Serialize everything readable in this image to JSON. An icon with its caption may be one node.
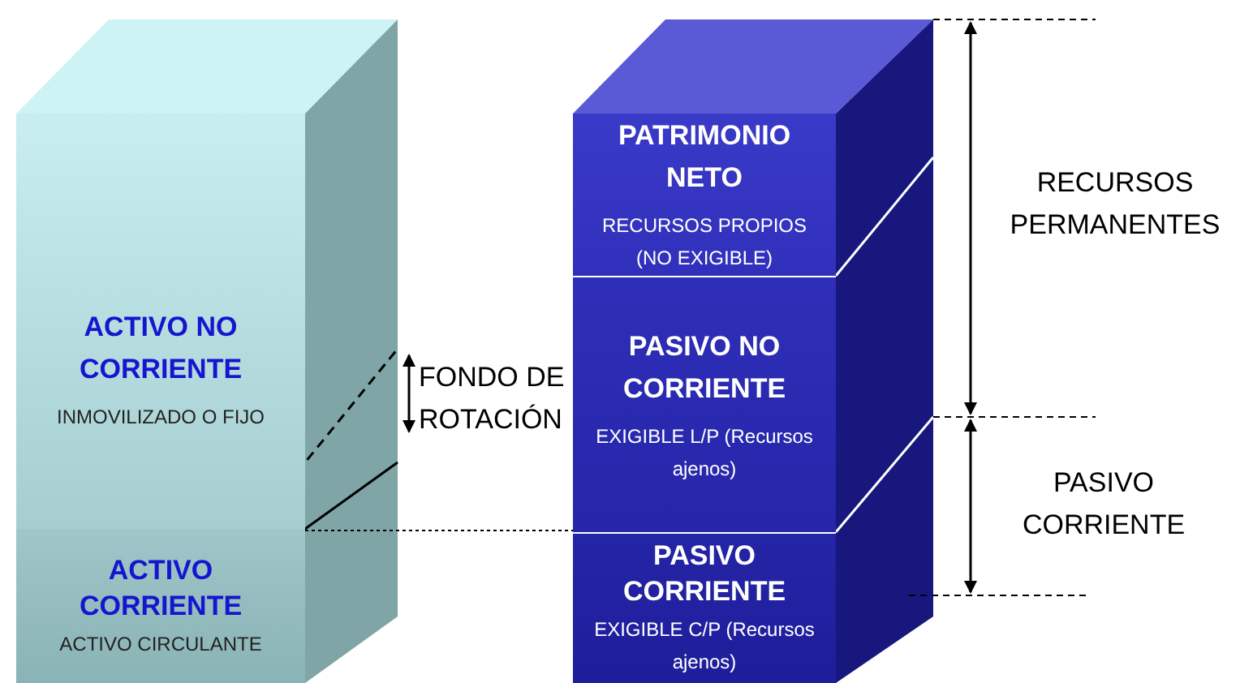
{
  "diagram": {
    "nodes": [
      {
        "text": [
          "ACTIVO NO CORRIENTE",
          "INMOVILIZADO O FIJO"
        ]
      },
      {
        "text": [
          "ACTIVO CORRIENTE",
          "ACTIVO CIRCULANTE"
        ]
      },
      {
        "text": [
          "PATRIMONIO NETO",
          "RECURSOS PROPIOS (NO EXIGIBLE)"
        ]
      },
      {
        "text": [
          "PASIVO NO CORRIENTE",
          "EXIGIBLE L/P (Recursos ajenos)"
        ]
      },
      {
        "text": [
          "PASIVO CORRIENTE",
          "EXIGIBLE C/P (Recursos ajenos)"
        ]
      }
    ],
    "edges": [],
    "labels": [
      "FONDO DE ROTACIÓN",
      "RECURSOS PERMANENTES",
      "PASIVO CORRIENTE"
    ]
  }
}
